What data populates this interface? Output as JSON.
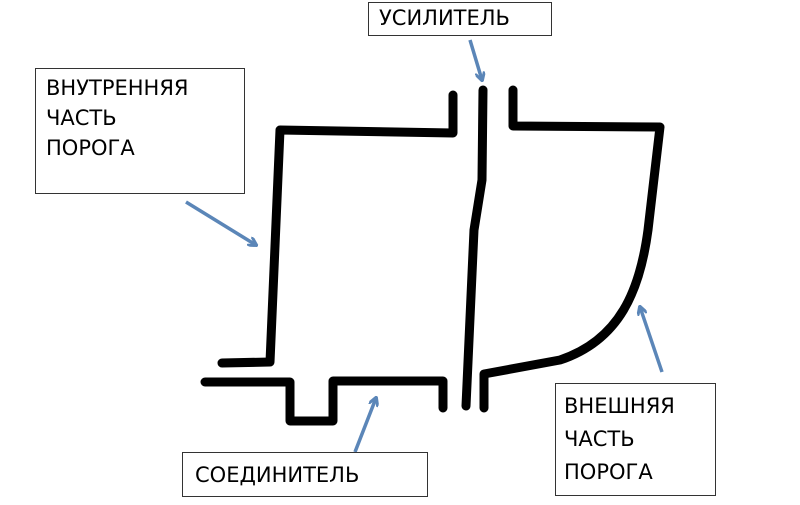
{
  "labels": {
    "inner": [
      "ВНУТРЕННЯЯ",
      "ЧАСТЬ",
      "ПОРОГА"
    ],
    "reinforcement": "УСИЛИТЕЛЬ",
    "connector": "СОЕДИНИТЕЛЬ",
    "outer": [
      "ВНЕШНЯЯ",
      "ЧАСТЬ",
      "ПОРОГА"
    ]
  },
  "colors": {
    "stroke": "#000000",
    "arrow": "#5b86b8"
  }
}
